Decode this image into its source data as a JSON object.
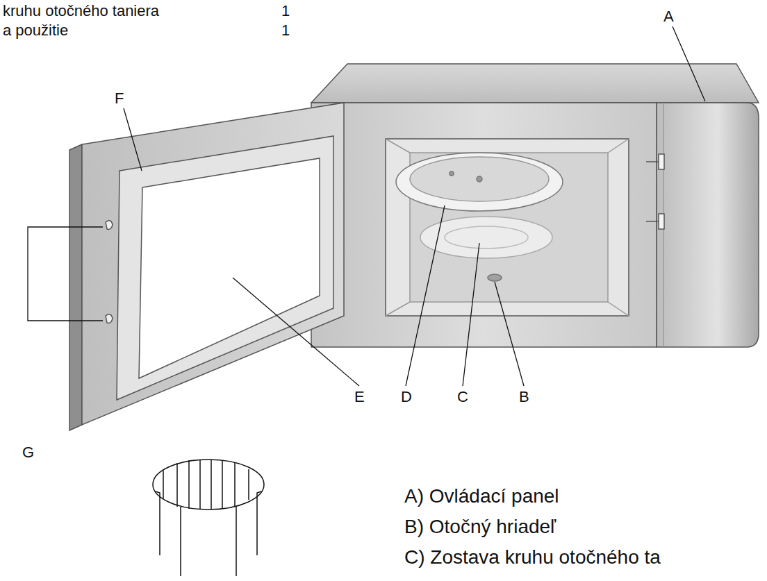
{
  "diagram": {
    "labels": [
      "kruhu otočného taniera",
      "1",
      "a použitie",
      "1",
      "A",
      "F",
      "G",
      "E",
      "D",
      "C",
      "B",
      "A) Ovládací panel",
      "B) Otočný hriadeľ",
      "C) Zostava kruhu otočného ta"
    ]
  }
}
